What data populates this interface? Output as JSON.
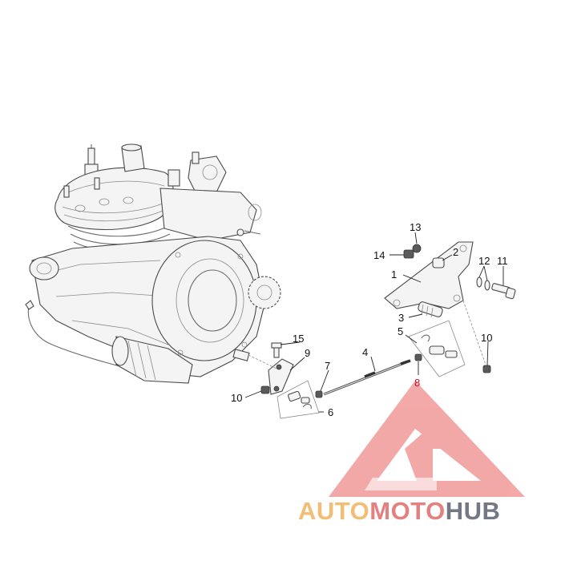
{
  "diagram": {
    "callouts": [
      {
        "id": "c1",
        "label": "1"
      },
      {
        "id": "c2",
        "label": "2"
      },
      {
        "id": "c3",
        "label": "3"
      },
      {
        "id": "c4",
        "label": "4"
      },
      {
        "id": "c5",
        "label": "5"
      },
      {
        "id": "c6",
        "label": "6"
      },
      {
        "id": "c7",
        "label": "7"
      },
      {
        "id": "c8",
        "label": "8"
      },
      {
        "id": "c9",
        "label": "9"
      },
      {
        "id": "c10a",
        "label": "10"
      },
      {
        "id": "c10b",
        "label": "10"
      },
      {
        "id": "c11",
        "label": "11"
      },
      {
        "id": "c12",
        "label": "12"
      },
      {
        "id": "c13",
        "label": "13"
      },
      {
        "id": "c14",
        "label": "14"
      },
      {
        "id": "c15",
        "label": "15"
      }
    ]
  },
  "watermark": {
    "part1": "AUTO",
    "part2": "MOTO",
    "part3": "HUB",
    "colors": {
      "auto": "#f2b25c",
      "moto": "#e06a6a",
      "hub": "#5b6170",
      "triangle": "#f29a9a"
    }
  }
}
